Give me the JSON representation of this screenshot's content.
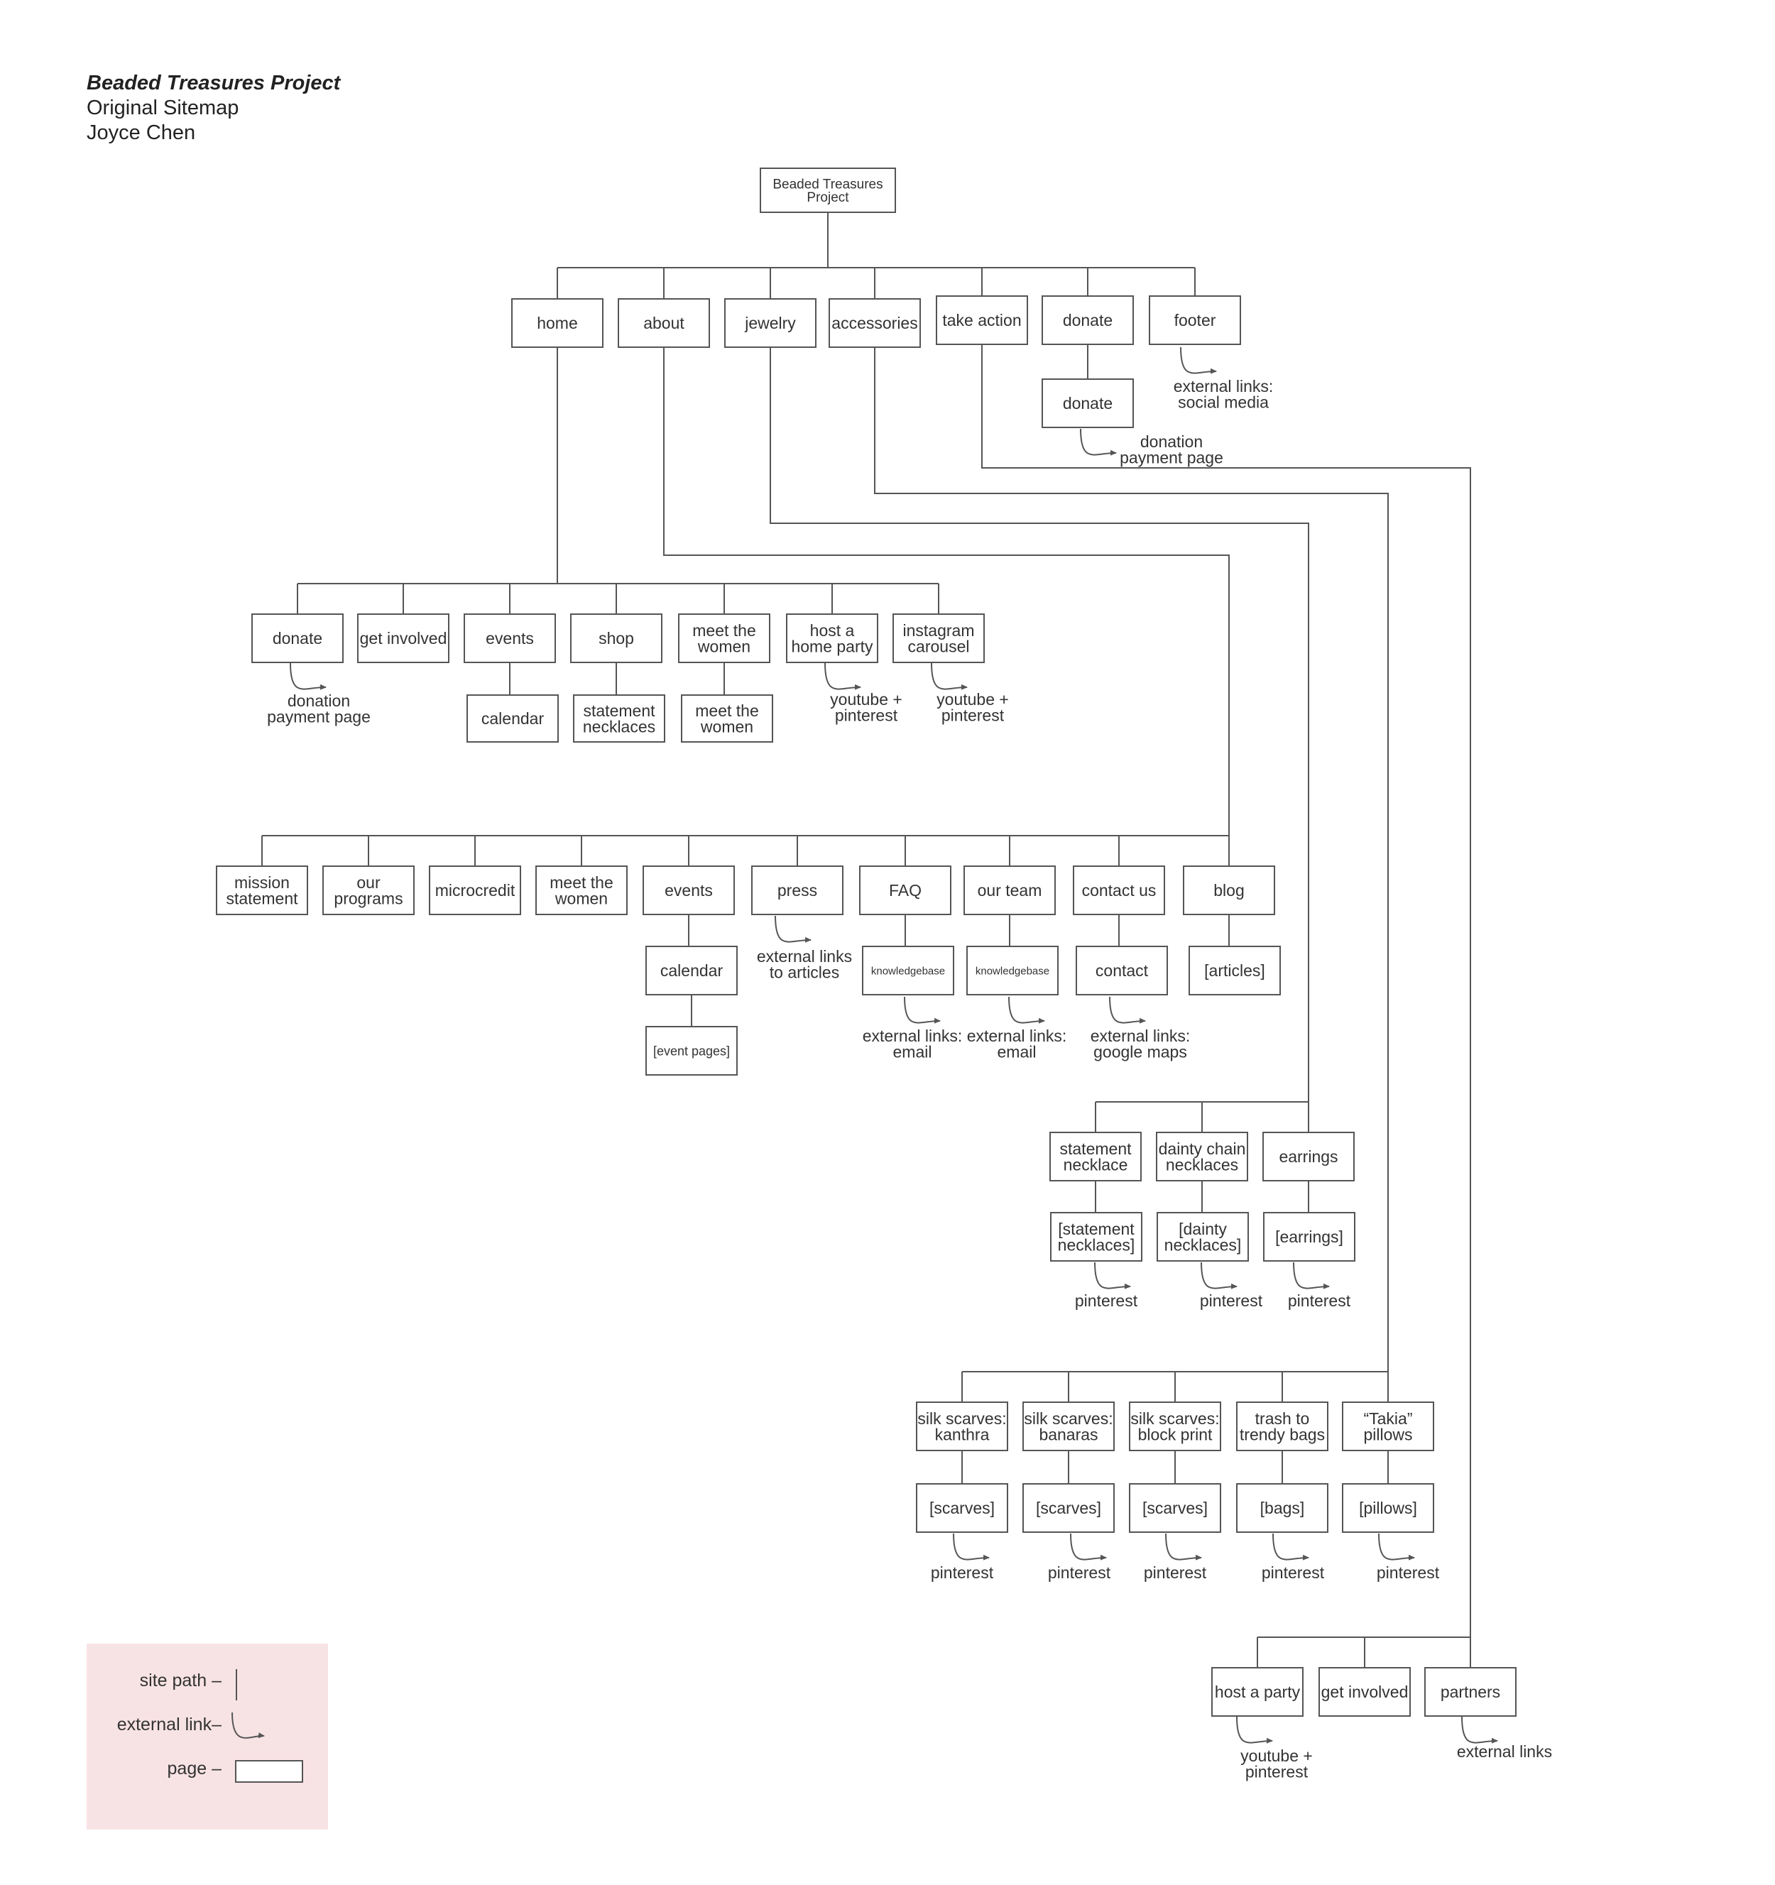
{
  "header": {
    "project": "Beaded Treasures Project",
    "subtitle": "Original Sitemap",
    "author": "Joyce Chen"
  },
  "legend": {
    "site_path": "site path –",
    "external_link": "external link–",
    "page": "page –"
  },
  "root": [
    "Beaded Treasures",
    "Project"
  ],
  "top_nav": [
    "home",
    "about",
    "jewelry",
    "accessories",
    "take action",
    "donate",
    "footer"
  ],
  "donate_section": {
    "page": "donate",
    "external": [
      "donation",
      "payment page"
    ]
  },
  "footer_section": {
    "external": [
      "external links:",
      "social media"
    ]
  },
  "home_section": {
    "pages": [
      {
        "label": [
          "donate"
        ],
        "external": [
          "donation",
          "payment page"
        ]
      },
      {
        "label": [
          "get involved"
        ]
      },
      {
        "label": [
          "events"
        ],
        "child": [
          "calendar"
        ]
      },
      {
        "label": [
          "shop"
        ],
        "child": [
          "statement",
          "necklaces"
        ]
      },
      {
        "label": [
          "meet the",
          "women"
        ],
        "child": [
          "meet the",
          "women"
        ]
      },
      {
        "label": [
          "host a",
          "home party"
        ],
        "external": [
          "youtube +",
          "pinterest"
        ]
      },
      {
        "label": [
          "instagram",
          "carousel"
        ],
        "external": [
          "youtube +",
          "pinterest"
        ]
      }
    ]
  },
  "about_section": {
    "pages": [
      {
        "label": [
          "mission",
          "statement"
        ]
      },
      {
        "label": [
          "our",
          "programs"
        ]
      },
      {
        "label": [
          "microcredit"
        ]
      },
      {
        "label": [
          "meet the",
          "women"
        ]
      },
      {
        "label": [
          "events"
        ],
        "child": [
          "calendar"
        ],
        "grandchild": [
          "[event pages]"
        ]
      },
      {
        "label": [
          "press"
        ],
        "external": [
          "external links",
          "to articles"
        ]
      },
      {
        "label": [
          "FAQ"
        ],
        "child": [
          "knowledgebase"
        ],
        "external": [
          "external links:",
          "email"
        ]
      },
      {
        "label": [
          "our team"
        ],
        "child": [
          "knowledgebase"
        ],
        "external": [
          "external links:",
          "email"
        ]
      },
      {
        "label": [
          "contact us"
        ],
        "child": [
          "contact"
        ],
        "external": [
          "external links:",
          "google maps"
        ]
      },
      {
        "label": [
          "blog"
        ],
        "child": [
          "[articles]"
        ]
      }
    ]
  },
  "jewelry_section": {
    "pages": [
      {
        "label": [
          "statement",
          "necklace"
        ],
        "child": [
          "[statement",
          "necklaces]"
        ],
        "external": [
          "pinterest"
        ]
      },
      {
        "label": [
          "dainty chain",
          "necklaces"
        ],
        "child": [
          "[dainty",
          "necklaces]"
        ],
        "external": [
          "pinterest"
        ]
      },
      {
        "label": [
          "earrings"
        ],
        "child": [
          "[earrings]"
        ],
        "external": [
          "pinterest"
        ]
      }
    ]
  },
  "accessories_section": {
    "pages": [
      {
        "label": [
          "silk scarves:",
          "kanthra"
        ],
        "child": [
          "[scarves]"
        ],
        "external": [
          "pinterest"
        ]
      },
      {
        "label": [
          "silk scarves:",
          "banaras"
        ],
        "child": [
          "[scarves]"
        ],
        "external": [
          "pinterest"
        ]
      },
      {
        "label": [
          "silk scarves:",
          "block print"
        ],
        "child": [
          "[scarves]"
        ],
        "external": [
          "pinterest"
        ]
      },
      {
        "label": [
          "trash to",
          "trendy bags"
        ],
        "child": [
          "[bags]"
        ],
        "external": [
          "pinterest"
        ]
      },
      {
        "label": [
          "“Takia”",
          "pillows"
        ],
        "child": [
          "[pillows]"
        ],
        "external": [
          "pinterest"
        ]
      }
    ]
  },
  "take_action_section": {
    "pages": [
      {
        "label": [
          "host a party"
        ],
        "external": [
          "youtube +",
          "pinterest"
        ]
      },
      {
        "label": [
          "get involved"
        ]
      },
      {
        "label": [
          "partners"
        ],
        "external": [
          "external links"
        ]
      }
    ]
  }
}
